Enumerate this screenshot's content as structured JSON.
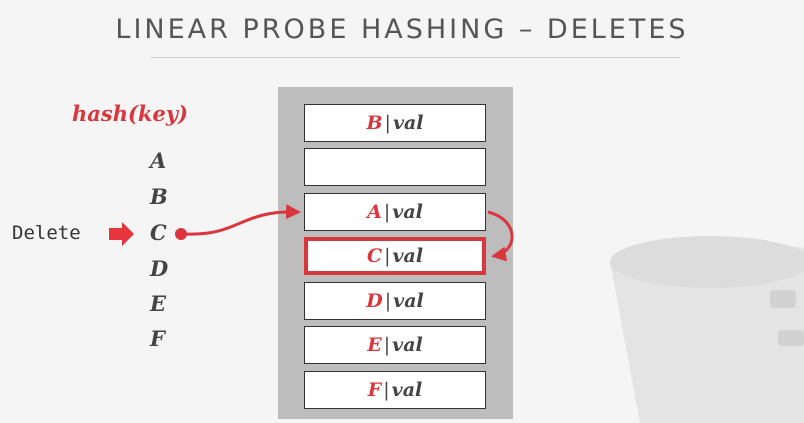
{
  "title": "LINEAR PROBE HASHING – DELETES",
  "hash_label": "hash(key)",
  "keys": [
    "A",
    "B",
    "C",
    "D",
    "E",
    "F"
  ],
  "delete_label": "Delete",
  "slots": [
    {
      "key": "B",
      "value": "val"
    },
    {
      "key": "",
      "value": ""
    },
    {
      "key": "A",
      "value": "val"
    },
    {
      "key": "C",
      "value": "val"
    },
    {
      "key": "D",
      "value": "val"
    },
    {
      "key": "E",
      "value": "val"
    },
    {
      "key": "F",
      "value": "val"
    }
  ],
  "colors": {
    "accent": "#d9363e",
    "text": "#444444",
    "table": "#bdbdbd"
  }
}
